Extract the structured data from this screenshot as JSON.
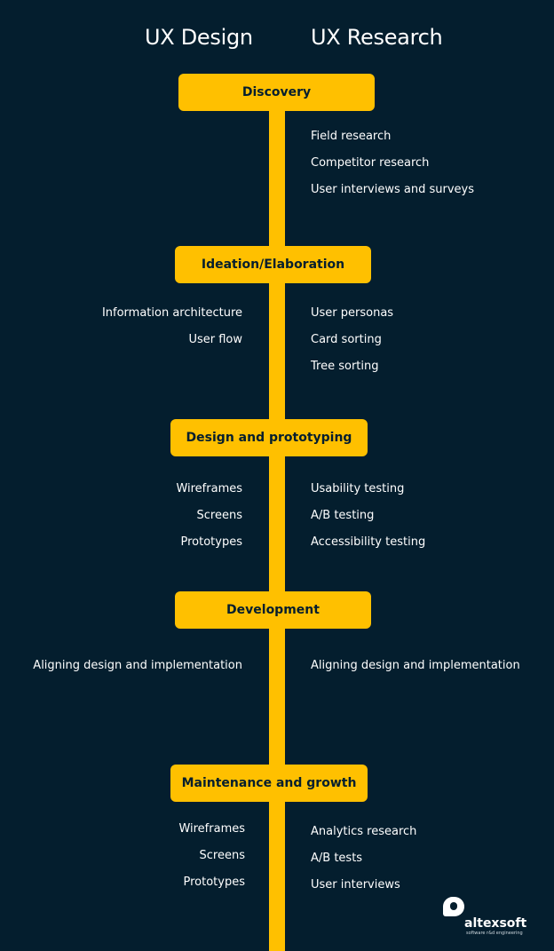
{
  "titles": {
    "design": "UX Design",
    "research": "UX Research"
  },
  "stages": [
    {
      "label": "Discovery",
      "design": [],
      "research": [
        "Field research",
        "Competitor research",
        "User interviews and surveys"
      ]
    },
    {
      "label": "Ideation/Elaboration",
      "design": [
        "Information architecture",
        "User flow"
      ],
      "research": [
        "User personas",
        "Card sorting",
        "Tree sorting"
      ]
    },
    {
      "label": "Design and prototyping",
      "design": [
        "Wireframes",
        "Screens",
        "Prototypes"
      ],
      "research": [
        "Usability testing",
        "A/B testing",
        "Accessibility testing"
      ]
    },
    {
      "label": "Development",
      "design": [
        "Aligning design and implementation"
      ],
      "research": [
        "Aligning design and implementation"
      ]
    },
    {
      "label": "Maintenance and growth",
      "design": [
        "Wireframes",
        "Screens",
        "Prototypes"
      ],
      "research": [
        "Analytics research",
        "A/B tests",
        "User interviews"
      ]
    }
  ],
  "logo": {
    "name": "altexsoft",
    "tagline": "software r&d engineering"
  },
  "colors": {
    "background": "#041e2e",
    "accent": "#ffc000",
    "text": "#ffffff"
  }
}
